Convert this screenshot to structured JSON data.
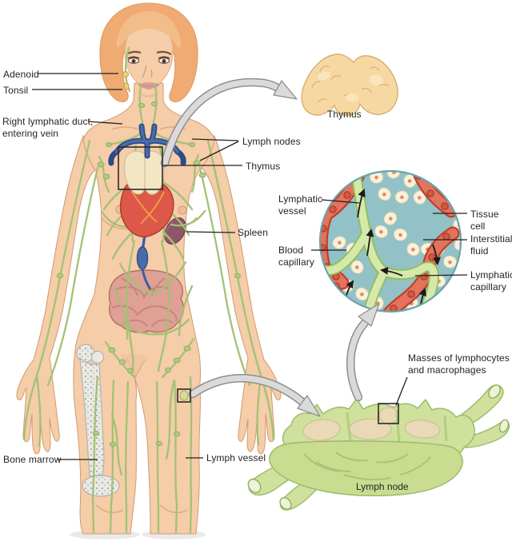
{
  "body_labels": {
    "adenoid": "Adenoid",
    "tonsil": "Tonsil",
    "right_lymphatic_duct": "Right lymphatic duct,\nentering vein",
    "lymph_nodes": "Lymph nodes",
    "thymus": "Thymus",
    "spleen": "Spleen",
    "bone_marrow": "Bone marrow",
    "lymph_vessel": "Lymph vessel"
  },
  "thymus_inset": {
    "caption": "Thymus"
  },
  "micro_inset": {
    "lymphatic_vessel": "Lymphatic\nvessel",
    "blood_capillary": "Blood\ncapillary",
    "tissue_cell": "Tissue cell",
    "interstitial_fluid": "Interstitial\nfluid",
    "lymphatic_capillary": "Lymphatic\ncapillary"
  },
  "lymph_node_inset": {
    "masses": "Masses of lymphocytes\nand macrophages",
    "caption": "Lymph node"
  },
  "palette": {
    "skin": "#f5cda8",
    "skin_outline": "#cf9b72",
    "hair": "#efab72",
    "vessel_green": "#a3c177",
    "node_green": "#aecb80",
    "vein_blue": "#3e5f9e",
    "heart_red": "#dd5848",
    "thymus_cream": "#f2e6c5",
    "spleen_maroon": "#8e5668",
    "intestine_pink": "#dfa095",
    "bone_gray": "#eaeae5",
    "inset_background_teal": "#92c1c7",
    "capillary_red": "#e2745d",
    "tissue_cell_cream": "#f9f2da",
    "lymph_light_green": "#d7e8ab",
    "lymph_node_green": "#cfe19c",
    "germinal_tan": "#ead9b6",
    "arrow_gray": "#dadada",
    "label_text": "#231f20",
    "organ_tan": "#f6d9a2"
  }
}
